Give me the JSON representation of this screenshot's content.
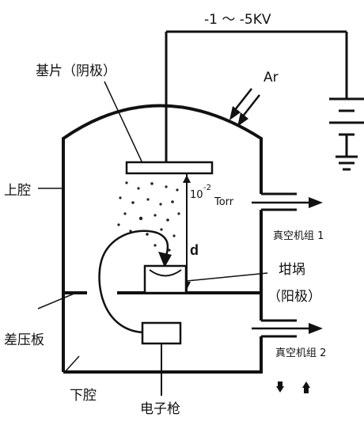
{
  "labels": {
    "voltage": "-1 ～ -5KV",
    "ar": "Ar",
    "substrate": "基片（阴极）",
    "upper_chamber": "上腔",
    "pressure_base": "10",
    "pressure_exp": "-2",
    "pressure_unit": "Torr",
    "vacuum_unit_1": "真空机组 1",
    "distance": "d",
    "crucible": "坩埚",
    "anode": "（阳极）",
    "baffle": "差压板",
    "vacuum_unit_2": "真空机组 2",
    "lower_chamber": "下腔",
    "electron_gun": "电子枪"
  },
  "icons": {
    "bottom_left": "down-arrow-icon",
    "bottom_right": "up-arrow-icon"
  }
}
